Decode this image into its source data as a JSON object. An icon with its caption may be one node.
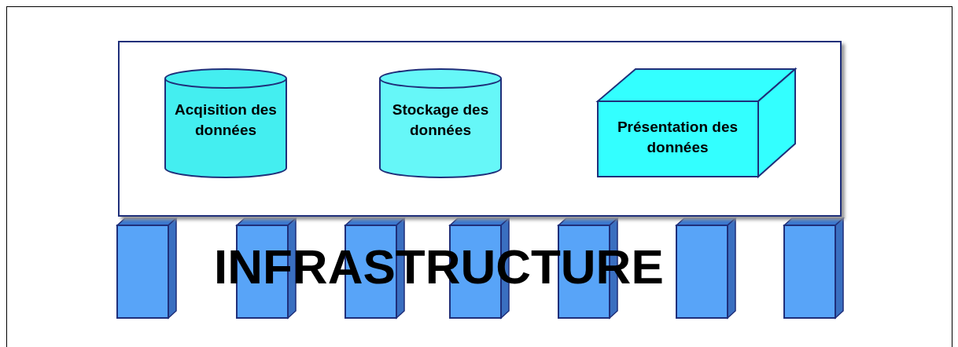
{
  "diagram": {
    "nodes": [
      {
        "text": [],
        "shape": "box"
      },
      {
        "text": [
          "Acqisition des données"
        ],
        "in": 0
      },
      {
        "text": [
          "Stockage des données"
        ],
        "in": 0
      },
      {
        "text": [
          "Présentation des données"
        ],
        "in": 0
      }
    ],
    "edges": [],
    "labels": [
      "INFRASTRUCTURE"
    ]
  }
}
